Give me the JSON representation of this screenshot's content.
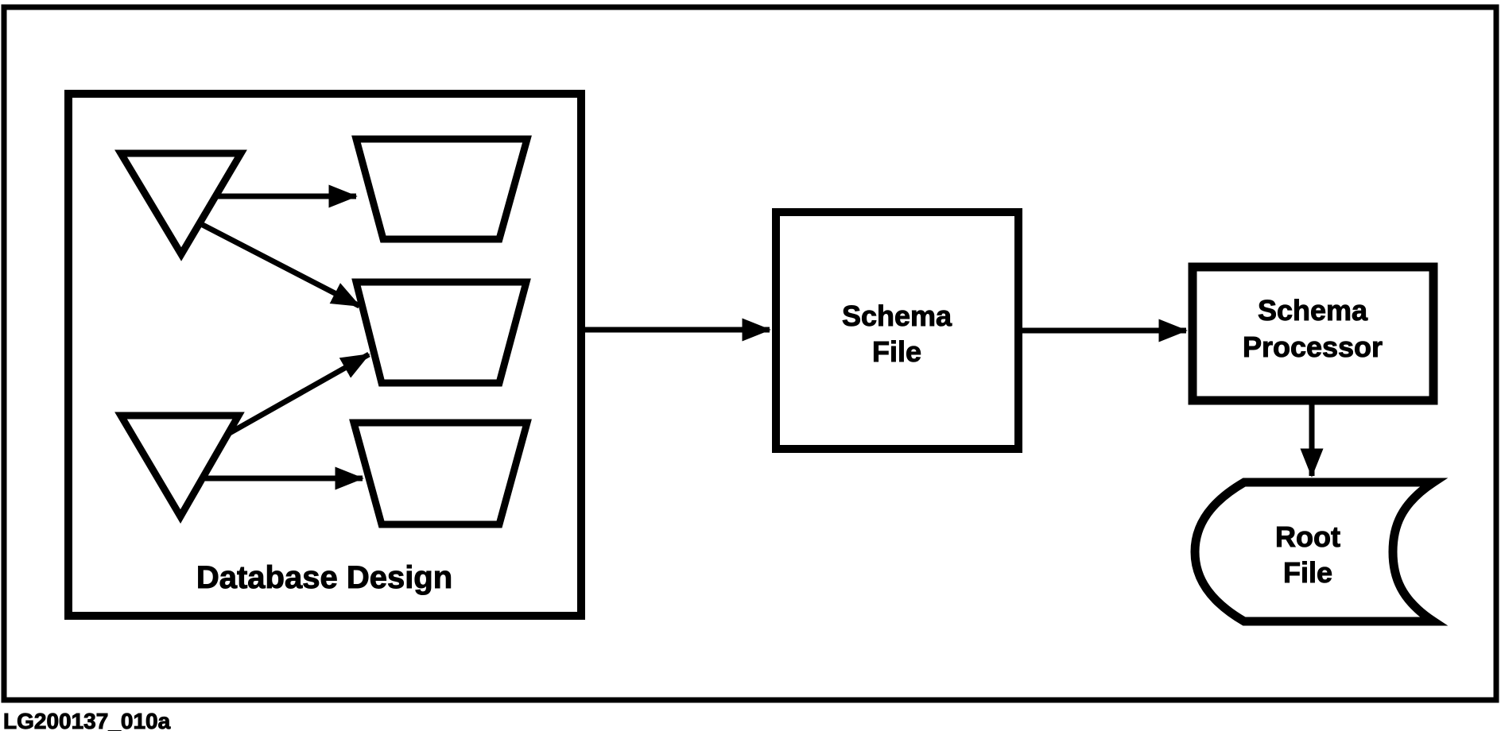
{
  "figure": {
    "caption_id": "LG200137_010a",
    "colors": {
      "ink": "#000000",
      "paper": "#ffffff"
    }
  },
  "database_design": {
    "label": "Database Design",
    "symbols": {
      "triangles": [
        "triangle-shape-1",
        "triangle-shape-2"
      ],
      "trapezoids": [
        "trapezoid-shape-1",
        "trapezoid-shape-2",
        "trapezoid-shape-3"
      ]
    }
  },
  "schema_file": {
    "line1": "Schema",
    "line2": "File"
  },
  "schema_processor": {
    "line1": "Schema",
    "line2": "Processor"
  },
  "root_file": {
    "line1": "Root",
    "line2": "File"
  },
  "edges": [
    {
      "from": "triangle-shape-1",
      "to": "trapezoid-shape-1"
    },
    {
      "from": "triangle-shape-1",
      "to": "trapezoid-shape-2"
    },
    {
      "from": "triangle-shape-2",
      "to": "trapezoid-shape-2"
    },
    {
      "from": "triangle-shape-2",
      "to": "trapezoid-shape-3"
    },
    {
      "from": "database-design",
      "to": "schema-file"
    },
    {
      "from": "schema-file",
      "to": "schema-processor"
    },
    {
      "from": "schema-processor",
      "to": "root-file"
    }
  ]
}
